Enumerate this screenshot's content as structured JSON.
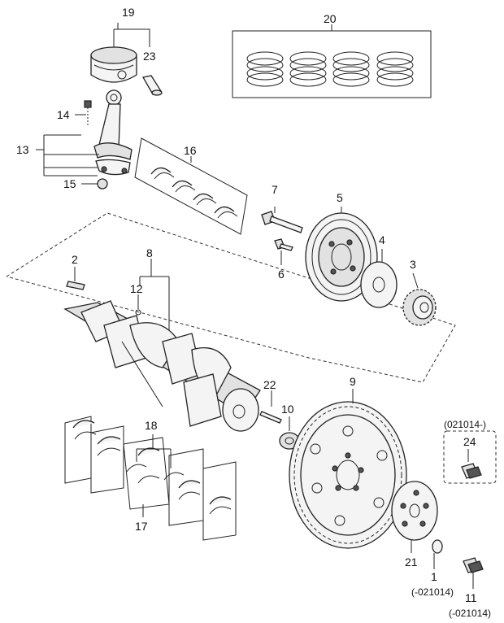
{
  "diagram": {
    "callouts": [
      {
        "id": "c1",
        "text": "1"
      },
      {
        "id": "c2",
        "text": "2"
      },
      {
        "id": "c3",
        "text": "3"
      },
      {
        "id": "c4",
        "text": "4"
      },
      {
        "id": "c5",
        "text": "5"
      },
      {
        "id": "c6",
        "text": "6"
      },
      {
        "id": "c7",
        "text": "7"
      },
      {
        "id": "c8",
        "text": "8"
      },
      {
        "id": "c9",
        "text": "9"
      },
      {
        "id": "c10",
        "text": "10"
      },
      {
        "id": "c11",
        "text": "11"
      },
      {
        "id": "c12",
        "text": "12"
      },
      {
        "id": "c13",
        "text": "13"
      },
      {
        "id": "c14",
        "text": "14"
      },
      {
        "id": "c15",
        "text": "15"
      },
      {
        "id": "c16",
        "text": "16"
      },
      {
        "id": "c17",
        "text": "17"
      },
      {
        "id": "c18",
        "text": "18"
      },
      {
        "id": "c19",
        "text": "19"
      },
      {
        "id": "c20",
        "text": "20"
      },
      {
        "id": "c21",
        "text": "21"
      },
      {
        "id": "c22",
        "text": "22"
      },
      {
        "id": "c23",
        "text": "23"
      },
      {
        "id": "c24",
        "text": "24"
      }
    ],
    "notes": {
      "n24": "(021014-)",
      "n1": "(-021014)",
      "n11": "(-021014)"
    }
  }
}
